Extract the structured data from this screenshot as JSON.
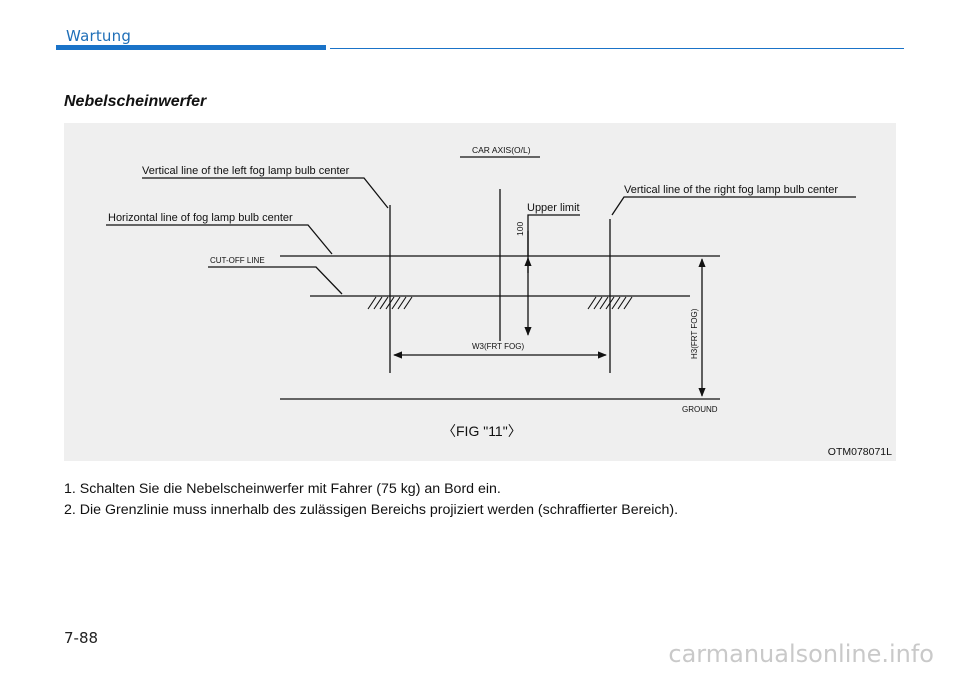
{
  "header": {
    "section": "Wartung"
  },
  "title": "Nebelscheinwerfer",
  "figure": {
    "car_axis": "CAR AXIS(O/L)",
    "left_vertical": "Vertical line of the left fog lamp bulb center",
    "right_vertical": "Vertical line of the right fog lamp bulb center",
    "horizontal": "Horizontal line of fog lamp bulb center",
    "cutoff": "CUT-OFF LINE",
    "upper_limit": "Upper limit",
    "value_100": "100",
    "w3": "W3(FRT FOG)",
    "h3": "H3(FRT FOG)",
    "ground": "GROUND",
    "caption": "〈FIG \"11\"〉",
    "code": "OTM078071L"
  },
  "steps": [
    "1. Schalten Sie die Nebelscheinwerfer mit Fahrer (75 kg) an Bord ein.",
    "2. Die Grenzlinie muss innerhalb des zulässigen Bereichs projiziert werden (schraffierter Bereich)."
  ],
  "footer": {
    "page": "7-88",
    "watermark": "carmanualsonline.info"
  }
}
